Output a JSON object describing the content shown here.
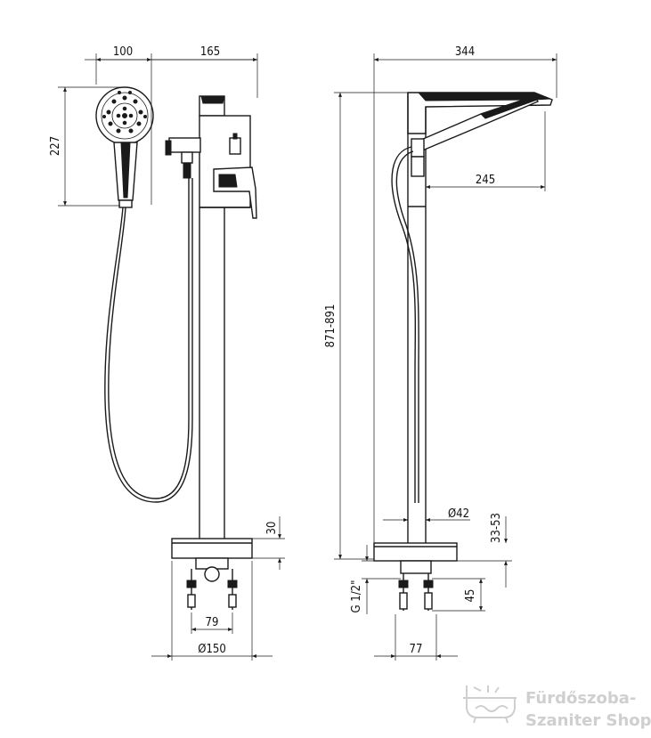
{
  "dimensions": {
    "left_view": {
      "handshower_width": "100",
      "spout_offset": "165",
      "handshower_height": "227",
      "base_height": "30",
      "connection_spacing": "79",
      "base_diameter": "Ø150"
    },
    "right_view": {
      "total_reach": "344",
      "spout_reach": "245",
      "total_height": "871-891",
      "column_diameter": "Ø42",
      "floor_adjust": "33-53",
      "thread": "G 1/2\"",
      "connector_height": "45",
      "connector_width": "77"
    }
  },
  "watermark": {
    "line1": "Fürdőszoba-",
    "line2": "Szaniter Shop",
    "icon": "bathtub-icon",
    "color": "#cfcfcf"
  }
}
